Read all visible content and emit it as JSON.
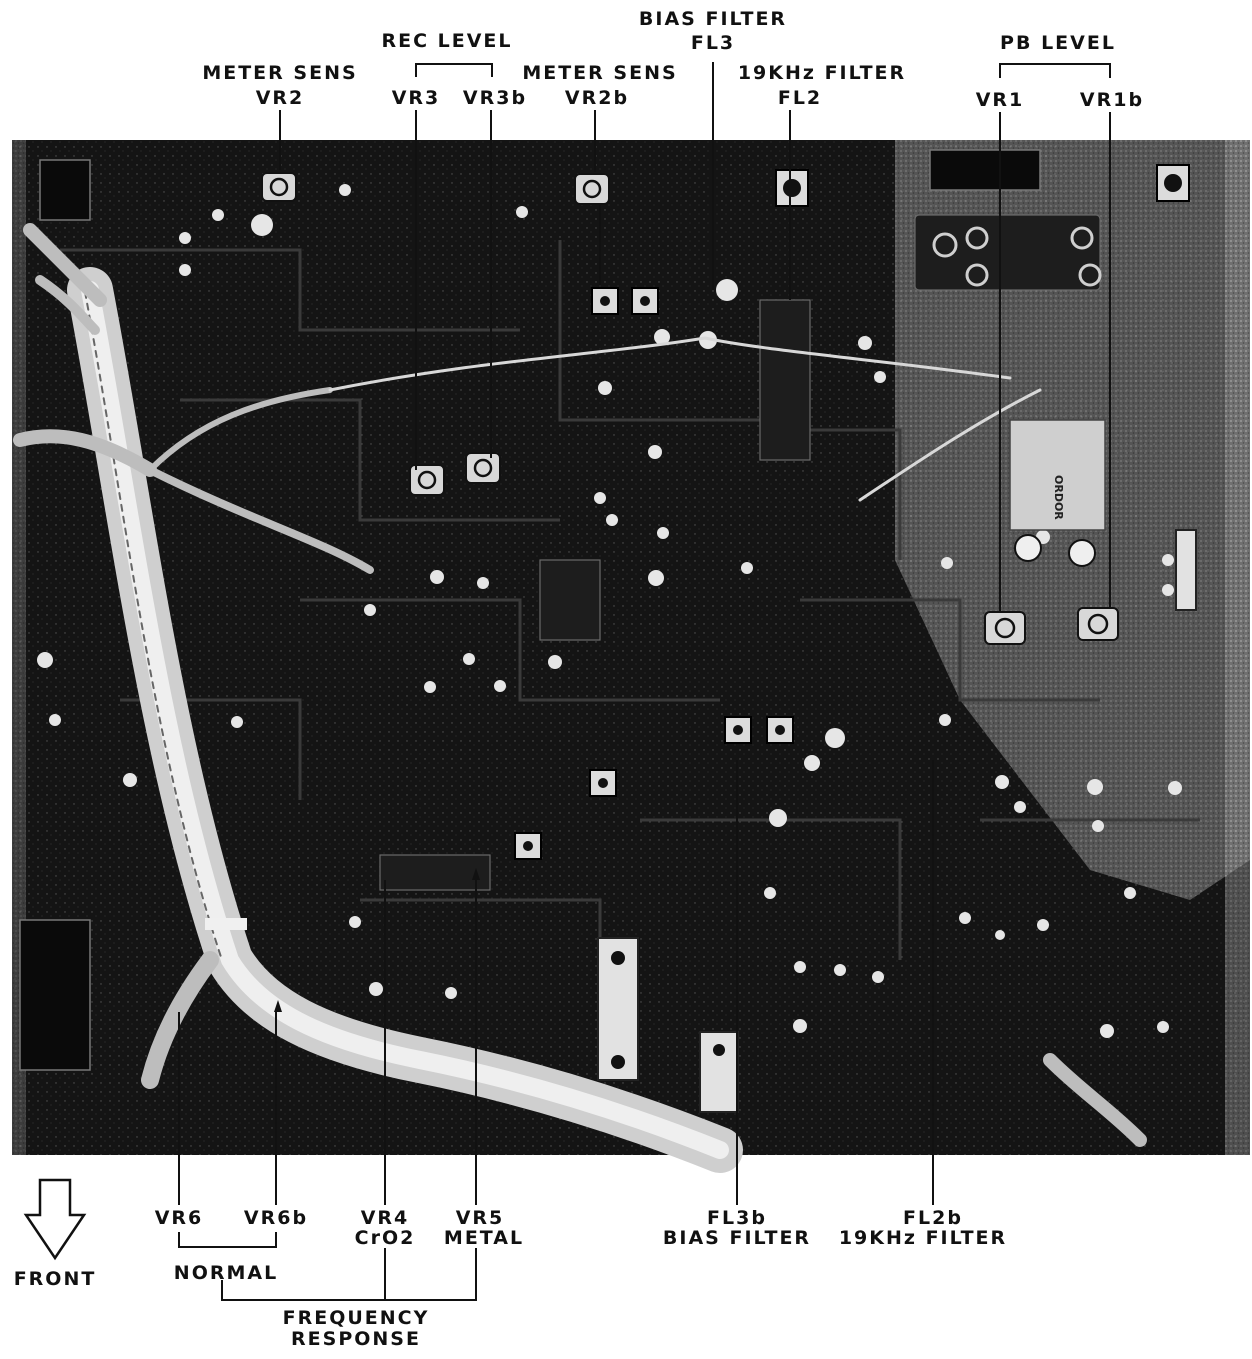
{
  "colors": {
    "board": "#141414",
    "board_light": "#9a9a9a",
    "wire": "#d6d6d6",
    "ink": "#111111",
    "background": "#ffffff"
  },
  "labels": {
    "top": {
      "meter_sens_left": "METER SENS",
      "vr2": "VR2",
      "rec_level": "REC LEVEL",
      "vr3": "VR3",
      "vr3b": "VR3b",
      "meter_sens_right": "METER SENS",
      "vr2b": "VR2b",
      "bias_filter": "BIAS FILTER",
      "fl3": "FL3",
      "filter_19khz": "19KHz FILTER",
      "fl2": "FL2",
      "pb_level": "PB LEVEL",
      "vr1": "VR1",
      "vr1b": "VR1b"
    },
    "bottom": {
      "vr6": "VR6",
      "vr6b": "VR6b",
      "vr4": "VR4",
      "cro2": "CrO2",
      "vr5": "VR5",
      "metal": "METAL",
      "normal": "NORMAL",
      "frequency": "FREQUENCY",
      "response": "RESPONSE",
      "fl3b": "FL3b",
      "fl3b_desc": "BIAS FILTER",
      "fl2b": "FL2b",
      "fl2b_desc": "19KHz FILTER",
      "front": "FRONT"
    },
    "board_marking": "ORDOR"
  }
}
